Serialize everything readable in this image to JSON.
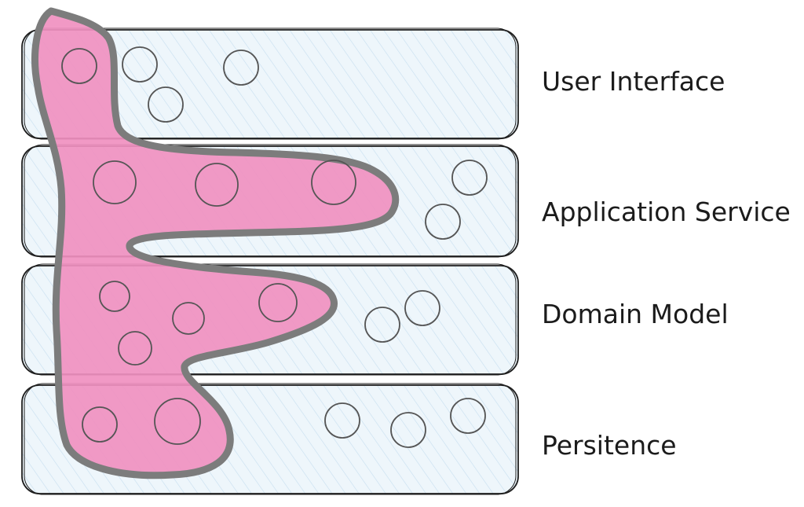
{
  "layers": [
    {
      "label": "User Interface"
    },
    {
      "label": "Application Service"
    },
    {
      "label": "Domain Model"
    },
    {
      "label": "Persitence"
    }
  ],
  "colors": {
    "layer_fill": "#eef6fb",
    "layer_hatch": "#c6def0",
    "layer_stroke": "#1e1e1e",
    "highlight_fill": "#f090c0",
    "highlight_stroke": "#7c7c7c",
    "circle_stroke": "#555555"
  }
}
